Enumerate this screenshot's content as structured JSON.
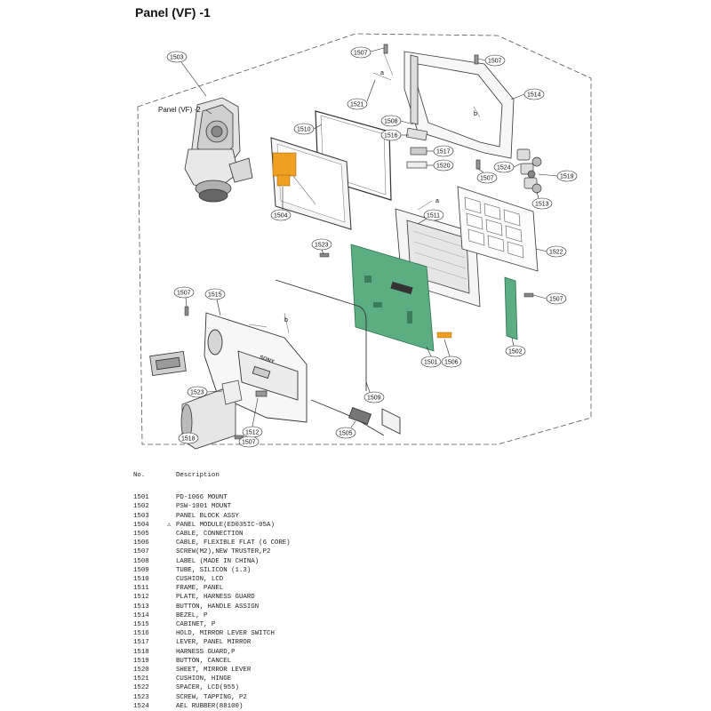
{
  "title": "Panel (VF) -1",
  "sub_label": "Panel (VF) -2",
  "brand_text": "SONY",
  "accent_orange": "#f0a020",
  "board_green": "#5cae82",
  "callouts": {
    "c1501": "1501",
    "c1502": "1502",
    "c1503": "1503",
    "c1504": "1504",
    "c1505": "1505",
    "c1506": "1506",
    "c1507": "1507",
    "c1508": "1508",
    "c1509": "1509",
    "c1510": "1510",
    "c1511": "1511",
    "c1512": "1512",
    "c1513": "1513",
    "c1514": "1514",
    "c1515": "1515",
    "c1516": "1516",
    "c1517": "1517",
    "c1518": "1518",
    "c1519": "1519",
    "c1520": "1520",
    "c1521": "1521",
    "c1522": "1522",
    "c1523": "1523",
    "c1524": "1524",
    "a": "a",
    "b": "b"
  },
  "parts_table": {
    "header_no": "No.",
    "header_desc": "Description",
    "rows": [
      {
        "no": "1501",
        "warn": "",
        "desc": "PD-1066 MOUNT"
      },
      {
        "no": "1502",
        "warn": "",
        "desc": "PSW-1001 MOUNT"
      },
      {
        "no": "1503",
        "warn": "",
        "desc": "PANEL BLOCK ASSY"
      },
      {
        "no": "1504",
        "warn": "⚠",
        "desc": "PANEL MODULE(ED035IC-05A)"
      },
      {
        "no": "1505",
        "warn": "",
        "desc": "CABLE, CONNECTION"
      },
      {
        "no": "1506",
        "warn": "",
        "desc": "CABLE, FLEXIBLE FLAT (6 CORE)"
      },
      {
        "no": "1507",
        "warn": "",
        "desc": "SCREW(M2),NEW TRUSTER,P2"
      },
      {
        "no": "1508",
        "warn": "",
        "desc": "LABEL (MADE IN CHINA)"
      },
      {
        "no": "1509",
        "warn": "",
        "desc": "TUBE, SILICON (1.3)"
      },
      {
        "no": "1510",
        "warn": "",
        "desc": "CUSHION, LCD"
      },
      {
        "no": "1511",
        "warn": "",
        "desc": "FRAME, PANEL"
      },
      {
        "no": "1512",
        "warn": "",
        "desc": "PLATE, HARNESS GUARD"
      },
      {
        "no": "1513",
        "warn": "",
        "desc": "BUTTON, HANDLE ASSIGN"
      },
      {
        "no": "1514",
        "warn": "",
        "desc": "BEZEL, P"
      },
      {
        "no": "1515",
        "warn": "",
        "desc": "CABINET, P"
      },
      {
        "no": "1516",
        "warn": "",
        "desc": "HOLD, MIRROR LEVER SWITCH"
      },
      {
        "no": "1517",
        "warn": "",
        "desc": "LEVER, PANEL MIRROR"
      },
      {
        "no": "1518",
        "warn": "",
        "desc": "HARNESS GUARD,P"
      },
      {
        "no": "1519",
        "warn": "",
        "desc": "BUTTON, CANCEL"
      },
      {
        "no": "1520",
        "warn": "",
        "desc": "SHEET, MIRROR LEVER"
      },
      {
        "no": "1521",
        "warn": "",
        "desc": "CUSHION, HINGE"
      },
      {
        "no": "1522",
        "warn": "",
        "desc": "SPACER, LCD(955)"
      },
      {
        "no": "1523",
        "warn": "",
        "desc": "SCREW, TAPPING, P2"
      },
      {
        "no": "1524",
        "warn": "",
        "desc": "AEL RUBBER(88100)"
      }
    ]
  }
}
